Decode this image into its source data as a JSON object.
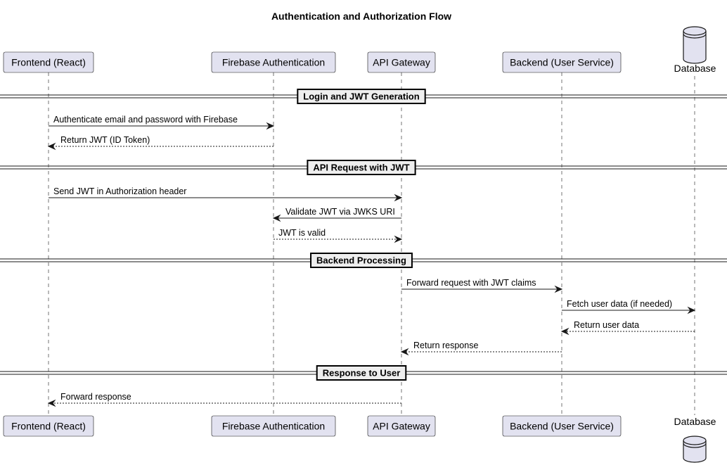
{
  "title": "Authentication and Authorization Flow",
  "participants": [
    {
      "id": "frontend",
      "label": "Frontend (React)",
      "kind": "box"
    },
    {
      "id": "firebase",
      "label": "Firebase Authentication",
      "kind": "box"
    },
    {
      "id": "gateway",
      "label": "API Gateway",
      "kind": "box"
    },
    {
      "id": "backend",
      "label": "Backend (User Service)",
      "kind": "box"
    },
    {
      "id": "database",
      "label": "Database",
      "kind": "database"
    }
  ],
  "dividers": [
    {
      "label": "Login and JWT Generation"
    },
    {
      "label": "API Request with JWT"
    },
    {
      "label": "Backend Processing"
    },
    {
      "label": "Response to User"
    }
  ],
  "messages": [
    {
      "from": "frontend",
      "to": "firebase",
      "label": "Authenticate email and password with Firebase",
      "style": "solid"
    },
    {
      "from": "firebase",
      "to": "frontend",
      "label": "Return JWT (ID Token)",
      "style": "dashed"
    },
    {
      "from": "frontend",
      "to": "gateway",
      "label": "Send JWT in Authorization header",
      "style": "solid"
    },
    {
      "from": "gateway",
      "to": "firebase",
      "label": "Validate JWT via JWKS URI",
      "style": "solid"
    },
    {
      "from": "firebase",
      "to": "gateway",
      "label": "JWT is valid",
      "style": "dashed"
    },
    {
      "from": "gateway",
      "to": "backend",
      "label": "Forward request with JWT claims",
      "style": "solid"
    },
    {
      "from": "backend",
      "to": "database",
      "label": "Fetch user data (if needed)",
      "style": "solid"
    },
    {
      "from": "database",
      "to": "backend",
      "label": "Return user data",
      "style": "dashed"
    },
    {
      "from": "backend",
      "to": "gateway",
      "label": "Return response",
      "style": "dashed"
    },
    {
      "from": "gateway",
      "to": "frontend",
      "label": "Forward response",
      "style": "dashed"
    }
  ],
  "colors": {
    "participant_fill": "#e2e2f0",
    "line": "#181818",
    "divider_fill": "#eeeeee"
  }
}
